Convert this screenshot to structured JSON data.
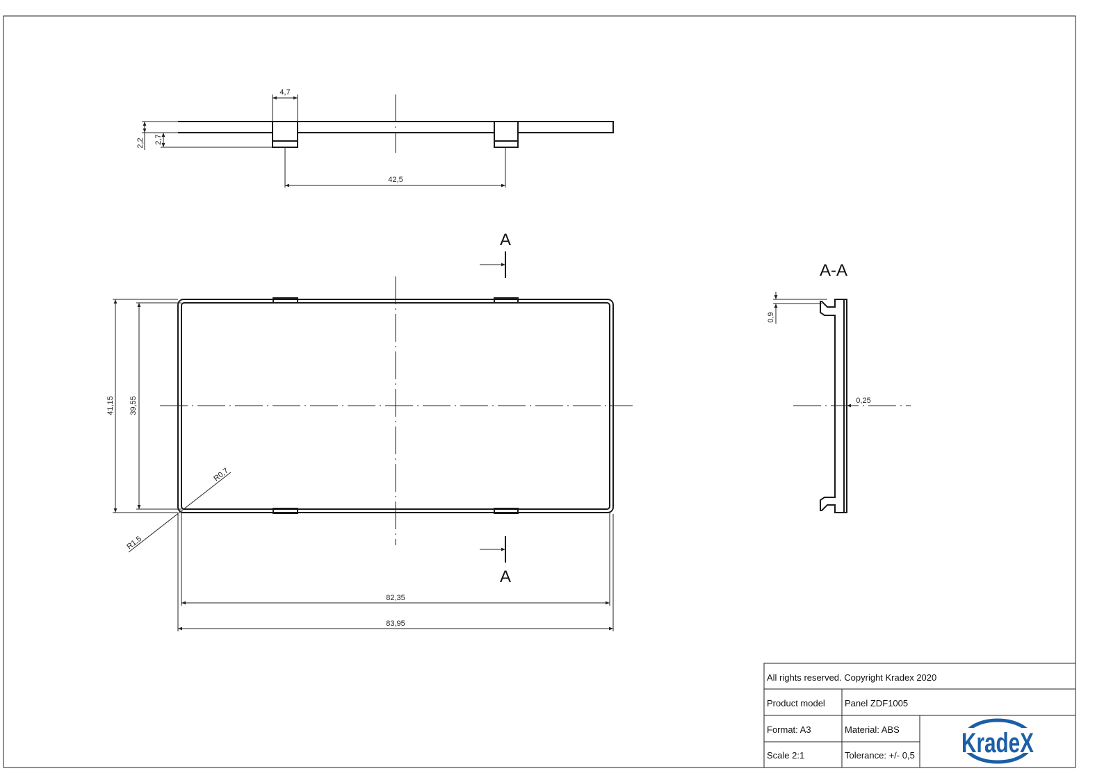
{
  "top_view": {
    "dim_tab_width": "4,7",
    "dim_tab_spacing": "42,5",
    "dim_total_height": "2,2",
    "dim_tab_height": "2,7"
  },
  "front_view": {
    "dim_outer_height": "41,15",
    "dim_inner_height": "39,55",
    "dim_inner_width": "82,35",
    "dim_outer_width": "83,95",
    "dim_inner_radius": "R0,7",
    "dim_outer_radius": "R1,5",
    "section_mark_top": "A",
    "section_mark_bottom": "A"
  },
  "section_view": {
    "title": "A-A",
    "dim_hook": "0,9",
    "dim_thickness": "0,25"
  },
  "title_block": {
    "copyright": "All rights reserved. Copyright Kradex 2020",
    "product_model_label": "Product model",
    "product_model_value": "Panel ZDF1005",
    "format": "Format: A3",
    "material": "Material: ABS",
    "scale": "Scale 2:1",
    "tolerance": "Tolerance: +/- 0,5",
    "logo_text": "KradeX",
    "logo_color": "#1a5fa8"
  }
}
